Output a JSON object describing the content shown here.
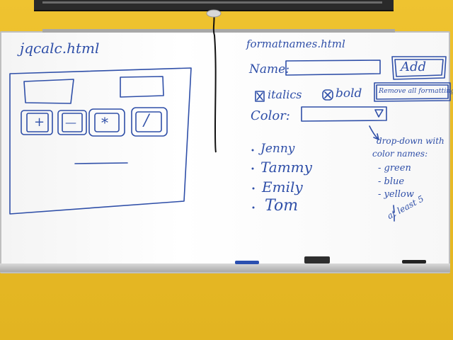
{
  "left_board": {
    "title": "jqcalc.html",
    "operators": [
      "+",
      "—",
      "*",
      "/"
    ]
  },
  "right_board": {
    "title": "formatnames.html",
    "name_label": "Name:",
    "add_button": "Add",
    "italics_label": "italics",
    "bold_label": "bold",
    "remove_button": "Remove all formatting",
    "color_label": "Color:",
    "names": [
      "Jenny",
      "Tammy",
      "Emily",
      "Tom"
    ],
    "note_lines": [
      "drop-down with",
      "color names:"
    ],
    "colors": [
      "- green",
      "- blue",
      "- yellow"
    ],
    "note_footer": "at least 5"
  },
  "colors": {
    "ink": "#2f4fa8",
    "wall": "#e9be2c",
    "board": "#ffffff"
  }
}
